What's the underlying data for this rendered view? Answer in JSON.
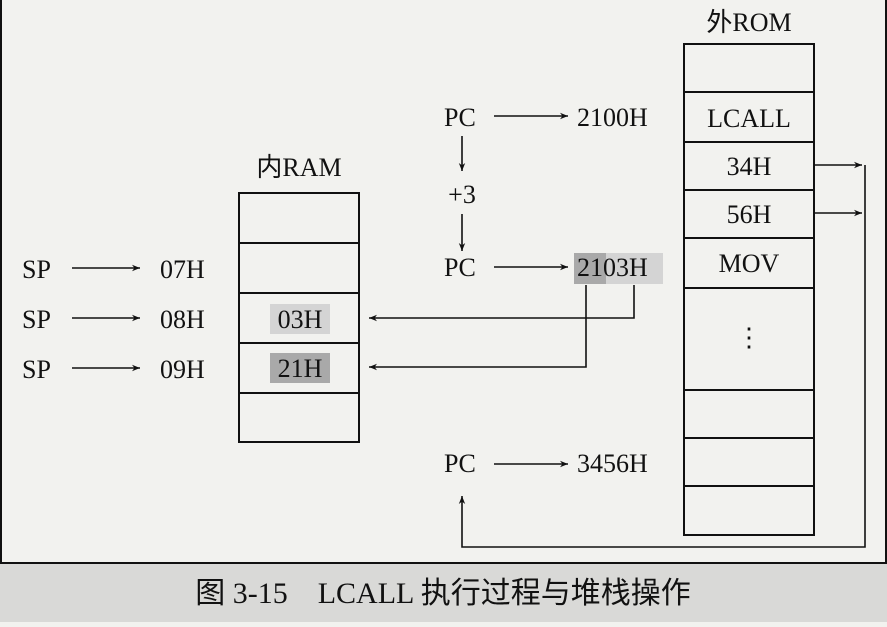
{
  "inner_ram": {
    "title": "内RAM",
    "cell_03": "03H",
    "cell_21": "21H"
  },
  "outer_rom": {
    "title": "外ROM",
    "cell_lcall": "LCALL",
    "cell_34": "34H",
    "cell_56": "56H",
    "cell_mov": "MOV",
    "ellipsis": "⋮"
  },
  "sp_pointers": [
    {
      "label": "SP",
      "address": "07H"
    },
    {
      "label": "SP",
      "address": "08H"
    },
    {
      "label": "SP",
      "address": "09H"
    }
  ],
  "pc_flow": {
    "pc1_label": "PC",
    "pc1_value": "2100H",
    "increment": "+3",
    "pc2_label": "PC",
    "pc2_value_high": "21",
    "pc2_value_low": "03H",
    "pc3_label": "PC",
    "pc3_value": "3456H"
  },
  "caption": "图 3-15    LCALL 执行过程与堆栈操作",
  "colors": {
    "background": "#f2f2ef",
    "caption_bg": "#d9d9d7",
    "highlight_light": "#d4d4d4",
    "highlight_dark": "#a9a9a9",
    "line": "#111111"
  }
}
